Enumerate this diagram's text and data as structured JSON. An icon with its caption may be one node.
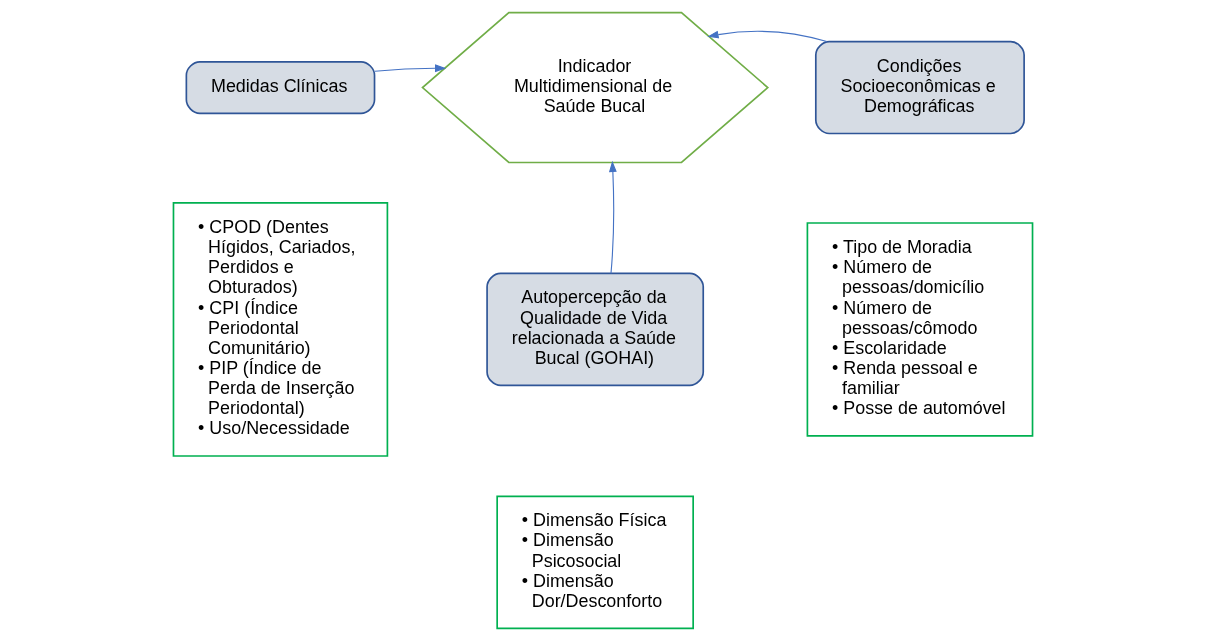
{
  "diagram": {
    "nodes": [
      {
        "text": [
          "Medidas Clínicas"
        ]
      },
      {
        "text": [
          "Indicador Multidimensional de Saúde Bucal"
        ]
      },
      {
        "text": [
          "Condições Socioeconômicas e Demográficas"
        ]
      },
      {
        "text": [
          "Autopercepção da Qualidade de Vida relacionada a Saúde Bucal (GOHAI)"
        ]
      },
      {
        "text": [
          "• CPOD (Dentes Hígidos, Cariados, Perdidos e Obturados)",
          "• CPI (Índice Periodontal Comunitário)",
          "• PIP (Índice de Perda de Inserção Periodontal)",
          "• Uso/Necessidade"
        ]
      },
      {
        "text": [
          "• Dimensão Física",
          "• Dimensão Psicosocial",
          "• Dimensão Dor/Desconforto"
        ]
      },
      {
        "text": [
          "• Tipo de Moradia",
          "• Número de pessoas/domicílio",
          "• Número de pessoas/cômodo",
          "• Escolaridade",
          "• Renda pessoal e familiar",
          "• Posse de automóvel"
        ]
      }
    ],
    "edges": [
      {
        "from": 0,
        "to": 1,
        "arrow": "to"
      },
      {
        "from": 2,
        "to": 1,
        "arrow": "to"
      },
      {
        "from": 3,
        "to": 1,
        "arrow": "to"
      }
    ]
  }
}
